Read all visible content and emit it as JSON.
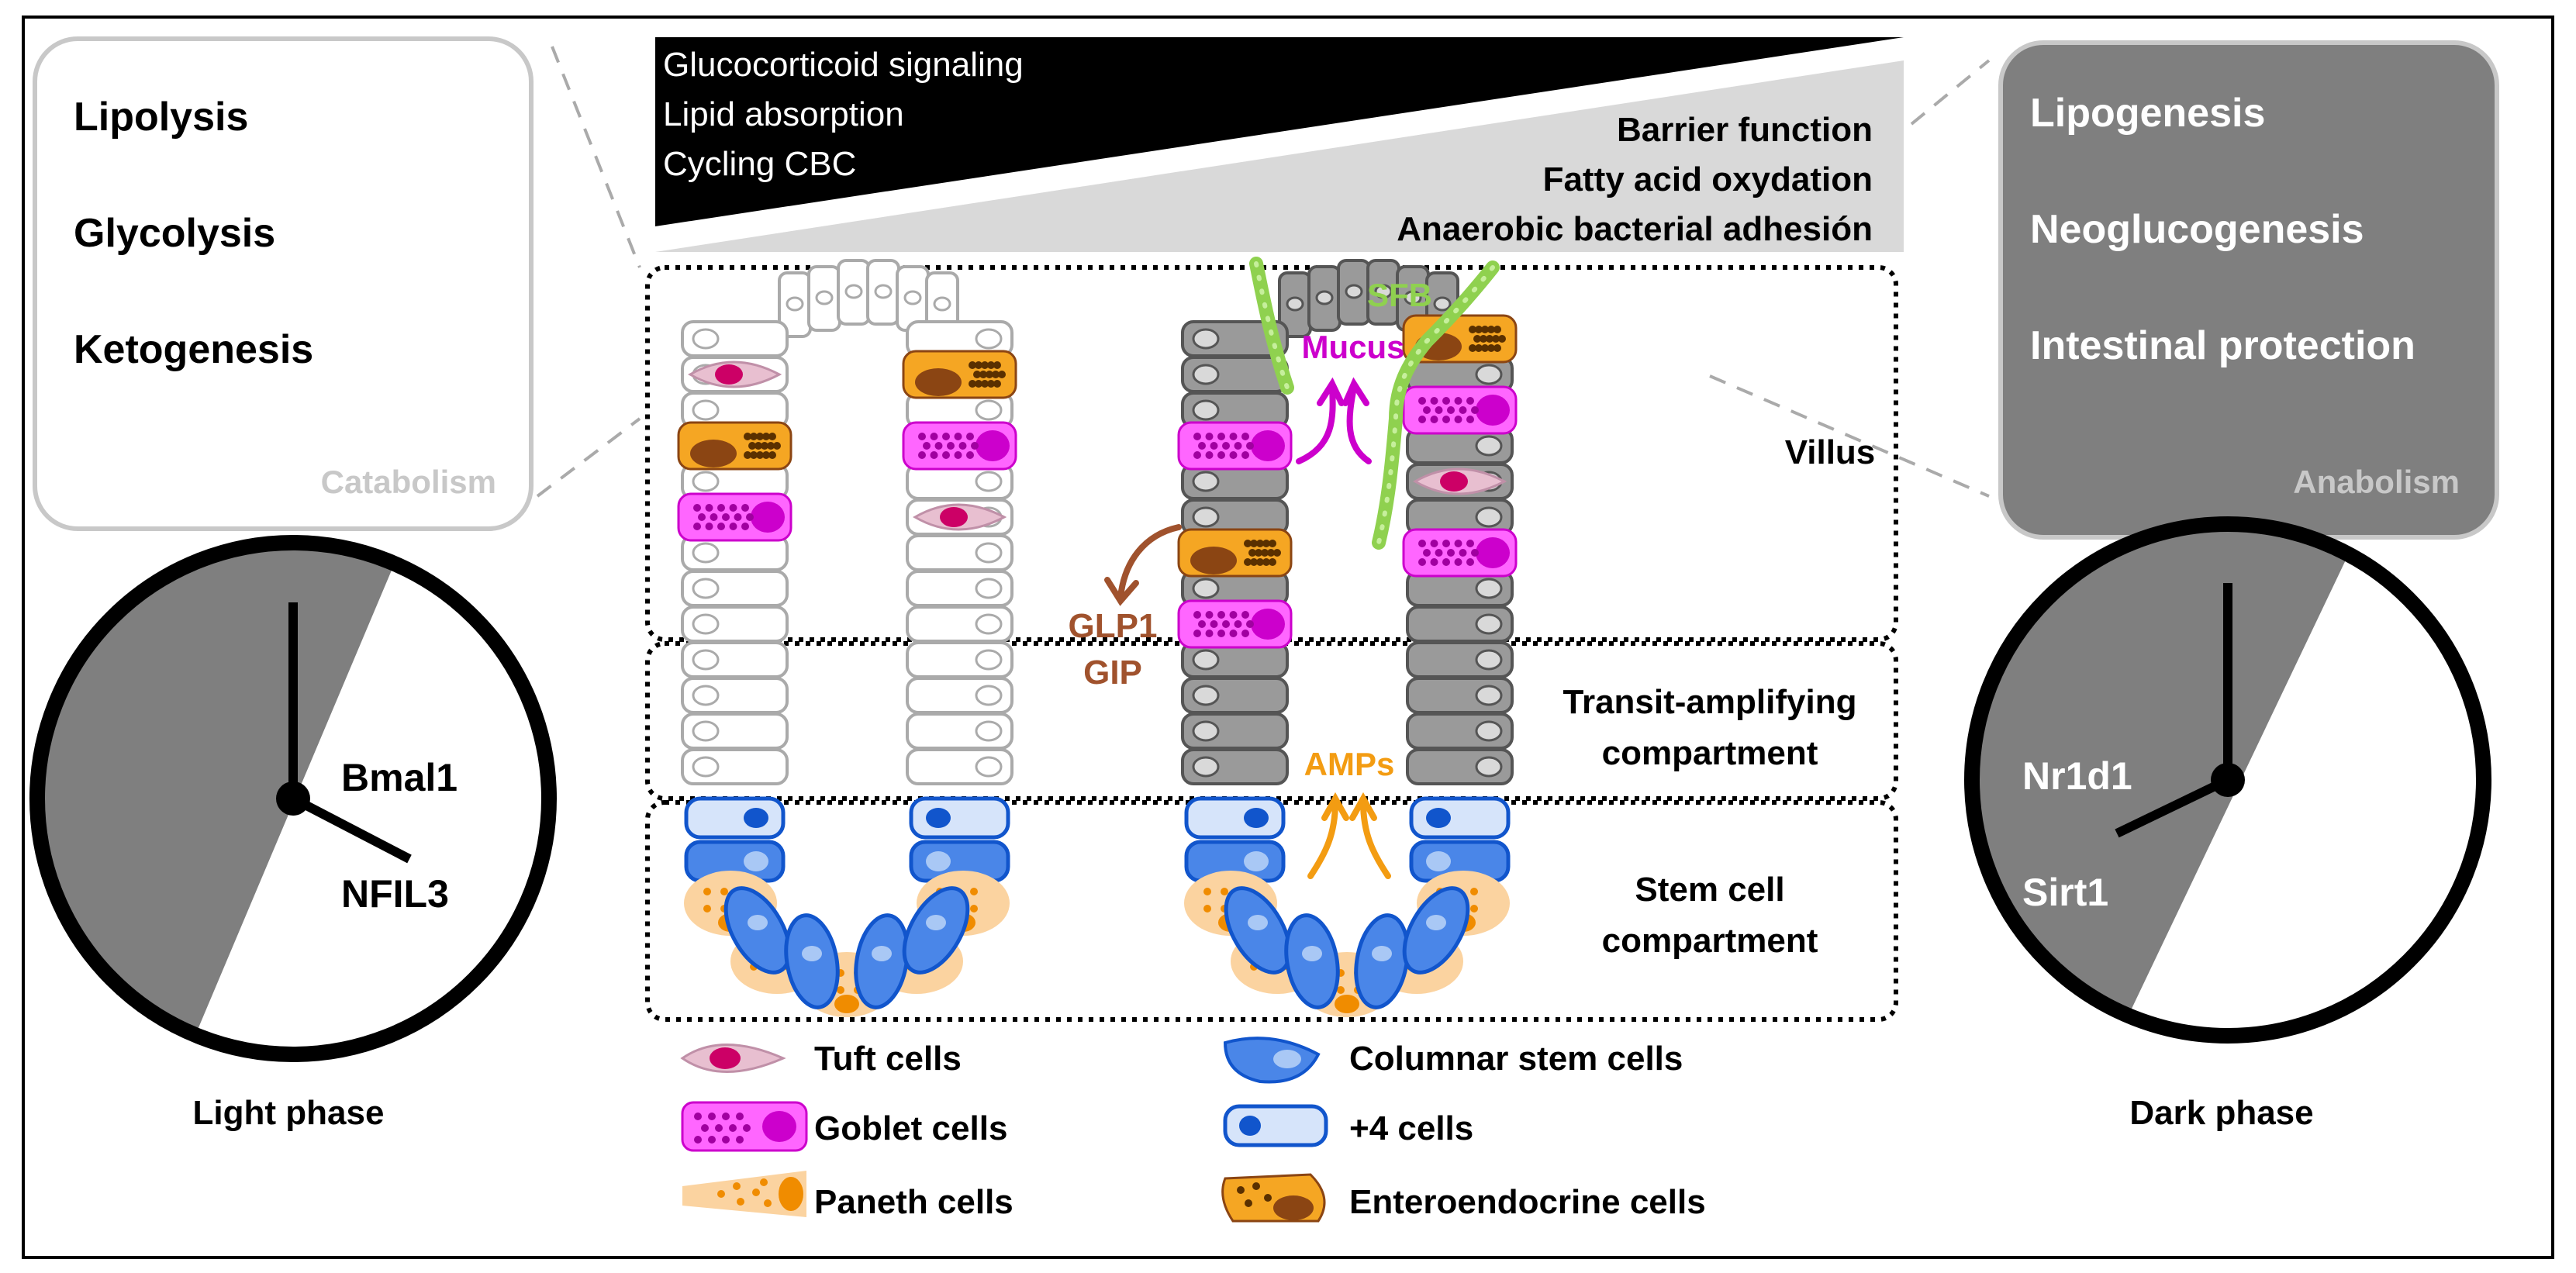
{
  "gradient": {
    "dark_items": [
      "Glucocorticoid signaling",
      "Lipid absorption",
      "Cycling CBC"
    ],
    "light_items": [
      "Barrier function",
      "Fatty acid oxydation",
      "Anaerobic bacterial adhesión"
    ]
  },
  "left_panel": {
    "items": [
      "Lipolysis",
      "Glycolysis",
      "Ketogenesis"
    ],
    "category": "Catabolism"
  },
  "right_panel": {
    "items": [
      "Lipogenesis",
      "Neoglucogenesis",
      "Intestinal protection"
    ],
    "category": "Anabolism"
  },
  "left_clock": {
    "labels": [
      "Bmal1",
      "NFIL3"
    ],
    "caption": "Light phase"
  },
  "right_clock": {
    "labels": [
      "Nr1d1",
      "Sirt1"
    ],
    "caption": "Dark phase"
  },
  "compartments": {
    "villus": "Villus",
    "transit": [
      "Transit-amplifying",
      "compartment"
    ],
    "stem": [
      "Stem cell",
      "compartment"
    ]
  },
  "annotations": {
    "sfb": "SFB",
    "mucus": "Mucus",
    "glp1": "GLP1",
    "gip": "GIP",
    "amps": "AMPs"
  },
  "legend": {
    "tuft": "Tuft cells",
    "goblet": "Goblet cells",
    "paneth": "Paneth cells",
    "columnar": "Columnar stem cells",
    "plus4": "+4 cells",
    "enteroendocrine": "Enteroendocrine cells"
  },
  "colors": {
    "dark_gray": "#7f7f7f",
    "light_gray": "#d9d9d9",
    "goblet": "#ff66ff",
    "goblet_nucleus": "#cc00cc",
    "enteroendocrine": "#f5a623",
    "enteroendocrine_nucleus": "#8b4513",
    "paneth": "#fbd3a0",
    "paneth_granule": "#f08c00",
    "stem": "#4a86e8",
    "stem_outline": "#1155cc",
    "tuft": "#e8bfd0",
    "tuft_nucleus": "#cc0066",
    "sfb": "#8fd14f",
    "mucus": "#cc00cc",
    "glp1": "#a0522d",
    "amps": "#f39c12"
  }
}
